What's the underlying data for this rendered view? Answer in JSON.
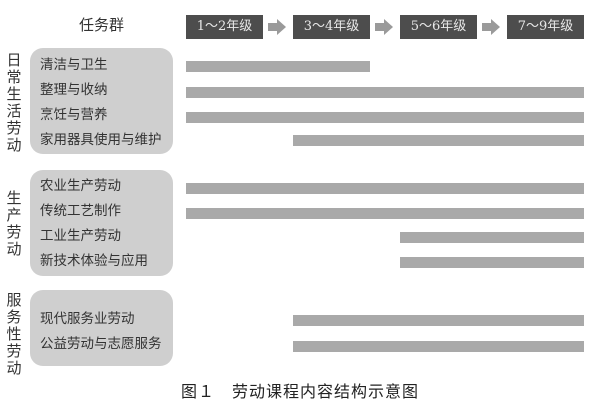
{
  "header": {
    "task_column": "任务群",
    "grades": [
      "1～2年级",
      "3～4年级",
      "5～6年级",
      "7～9年级"
    ]
  },
  "groups": [
    {
      "label": "日常生活劳动",
      "tasks": [
        {
          "name": "清洁与卫生",
          "from_grade": "1～2年级",
          "to_grade": "3～4年级"
        },
        {
          "name": "整理与收纳",
          "from_grade": "1～2年级",
          "to_grade": "7～9年级"
        },
        {
          "name": "烹饪与营养",
          "from_grade": "1～2年级",
          "to_grade": "7～9年级"
        },
        {
          "name": "家用器具使用与维护",
          "from_grade": "3～4年级",
          "to_grade": "7～9年级"
        }
      ]
    },
    {
      "label": "生产劳动",
      "tasks": [
        {
          "name": "农业生产劳动",
          "from_grade": "1～2年级",
          "to_grade": "7～9年级"
        },
        {
          "name": "传统工艺制作",
          "from_grade": "1～2年级",
          "to_grade": "7～9年级"
        },
        {
          "name": "工业生产劳动",
          "from_grade": "5～6年级",
          "to_grade": "7～9年级"
        },
        {
          "name": "新技术体验与应用",
          "from_grade": "5～6年级",
          "to_grade": "7～9年级"
        }
      ]
    },
    {
      "label": "服务性劳动",
      "tasks": [
        {
          "name": "现代服务业劳动",
          "from_grade": "3～4年级",
          "to_grade": "7～9年级"
        },
        {
          "name": "公益劳动与志愿服务",
          "from_grade": "3～4年级",
          "to_grade": "7～9年级"
        }
      ]
    }
  ],
  "caption": "图１　劳动课程内容结构示意图",
  "colors": {
    "grade_box": "#4d4d4d",
    "bar": "#a9a9a9",
    "group_box": "#cfcfcf",
    "arrow": "#9a9a9a"
  }
}
